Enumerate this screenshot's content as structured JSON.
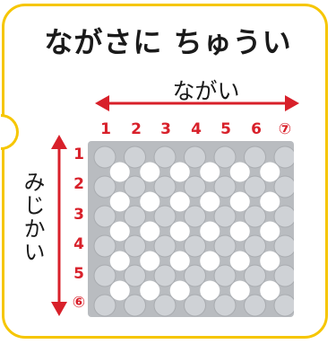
{
  "title": "ながさに ちゅうい",
  "width_label": "ながい",
  "height_label": "みじかい",
  "column_numbers": [
    "1",
    "2",
    "3",
    "4",
    "5",
    "6",
    "⑦"
  ],
  "row_numbers": [
    "1",
    "2",
    "3",
    "4",
    "5",
    "⑥"
  ],
  "colors": {
    "frame": "#f6c600",
    "accent": "#d8202a",
    "plate": "#b9bcc0",
    "stud": "#cfd2d6"
  }
}
